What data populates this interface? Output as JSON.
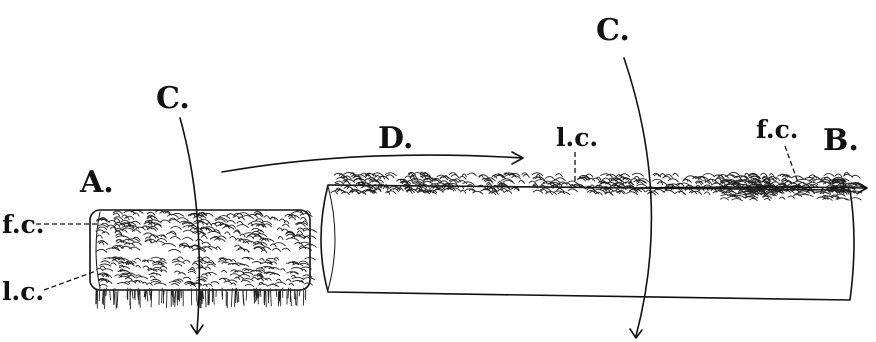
{
  "labels": {
    "A": "A.",
    "B": "B.",
    "C_left": "C.",
    "C_right": "C.",
    "D": "D.",
    "fc_left": "f.c.",
    "lc_left": "l.c.",
    "lc_top": "l.c.",
    "fc_right": "f.c."
  }
}
